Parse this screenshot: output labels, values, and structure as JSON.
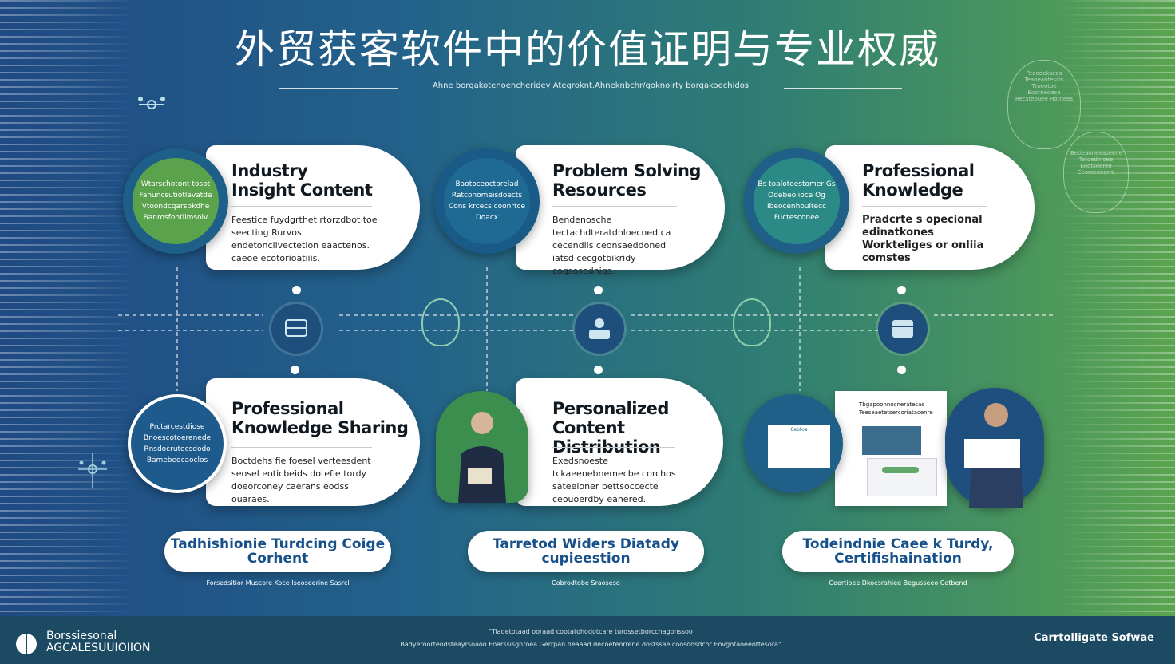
{
  "title": "外贸获客软件中的价值证明与专业权威",
  "subtitle": "Ahne borgakotenoencheridey Ategroknt.Ahneknbchr/goknoirty borgakoechidos",
  "colors": {
    "dark_blue": "#1e4f7c",
    "green": "#5aa450",
    "teal": "#2f7d74",
    "tag_text": "#16508a"
  },
  "cards": [
    {
      "title_line1": "Industry",
      "title_line2": "Insight Content",
      "desc": "Feestice fuydgrthet rtorzdbot toe seecting Rurvos endetonclivectetion eaactenos. caeoe ecotorioatiiis.",
      "circle_text": "Wtarschotont tosot Fanuncsutiotlavatde Vtoondcqarsbkdhe Banrosfontiimsoiv"
    },
    {
      "title_line1": "Problem Solving",
      "title_line2": "Resources",
      "desc": "Bendenosche tectachdteratdnloecned ca cecendlis ceonsaeddoned iatsd cecgotbikridy cogsosednigs.",
      "circle_text": "Baotoceoctorelad Ratconomeisdoects Cons krcecs coonrtce Doacx"
    },
    {
      "title_line1": "Professional",
      "title_line2": "Knowledge",
      "desc": "Pradcrte s opecional edinatkones Workteliges or onliia comstes",
      "circle_text": "Bs toaloteestomer Gs Odebeolioce Og Ibeocenhouitecc Fuctesconee"
    },
    {
      "title_line1": "Professional",
      "title_line2": "Knowledge Sharing",
      "desc": "Boctdehs fie foesel verteesdent seosel eoticbeids dotefie tordy doeorconey caerans eodss ouaraes.",
      "circle_text": "Prctarcestdiose Bnoescotoerenede Rnsdocrutecsdodo Bamebeocaoclos"
    },
    {
      "title_line1": "Personalized",
      "title_line2": "Content Distribution",
      "desc": "Exedsnoeste tckaeenebnemecbe corchos sateeloner bettsoccecte ceouoerdby eanered.",
      "circle_text": ""
    },
    {
      "title_line1": "",
      "title_line2": "",
      "desc": "",
      "circle_text": ""
    }
  ],
  "photo_panel": {
    "header_line1": "Tbgapoonnocneratesas",
    "header_line2": "Teeseaetetsercoriatacenre",
    "doc_title": "Ceotoa"
  },
  "tags": [
    {
      "line1": "Tadhishionie Turdcing Coige",
      "line2": "Corhent",
      "caption": "Forsedsitior Muscore Koce Iseoseerine Sasrcl"
    },
    {
      "line1": "Tarretod Widers Diatady",
      "line2": "cupieestion",
      "caption": "Cobrodtobe Sraosesd"
    },
    {
      "line1": "Todeindnie Caee k Turdy,",
      "line2": "Certifishaination",
      "caption": "Ceertioee Dkocsrahiee Begusseeo Cotbend"
    }
  ],
  "badges": {
    "top_right": "Rtoooekseos Teaoeaotescis Ttoeotoe Eootnedese Recsteouee Hotnees",
    "right": "Betieaoneeaseene Tetoedinoee Eootsoeree Ceorocoeorre"
  },
  "footer": {
    "brand_line1": "Borssiesonal",
    "brand_line2": "AGCALESUUIOIION",
    "text_line1": "\"Tiadetotaad ooraad cootatohodotcare turdssetborcchagonssoo",
    "text_line2": "Badyeroorteodsteayrsoaoo Eoarssisgnroea Gerrpan heaaad decoeteorrene dostssae coosoosdcor Eovgotaoeeotfesora\"",
    "right_text": "Carrtolligate Sofwae"
  }
}
